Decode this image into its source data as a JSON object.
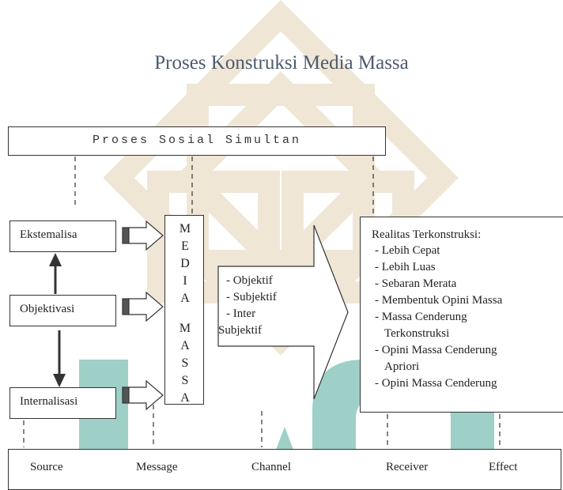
{
  "title": "Proses Konstruksi Media Massa",
  "top_box": {
    "label": "Proses Sosial Simultan"
  },
  "stages": [
    "Ekstemalisa",
    "Objektivasi",
    "Internalisasi"
  ],
  "media_letters": [
    "M",
    "E",
    "D",
    "I",
    "A",
    "M",
    "A",
    "S",
    "S",
    "A"
  ],
  "channel_items": [
    "- Objektif",
    "- Subjektif",
    "- Inter",
    "Subjektif"
  ],
  "realitas": {
    "heading": "Realitas Terkonstruksi:",
    "items": [
      "- Lebih Cepat",
      "- Lebih Luas",
      "- Sebaran Merata",
      "- Membentuk Opini Massa",
      "- Massa Cenderung",
      "Terkonstruksi",
      "- Opini Massa Cenderung",
      "Apriori",
      "- Opini Massa Cenderung"
    ]
  },
  "bottom_labels": [
    "Source",
    "Message",
    "Channel",
    "Receiver",
    "Effect"
  ],
  "colors": {
    "watermark_gold": "#e2d2b4",
    "watermark_teal": "#2f9a8a",
    "title": "#4d5a6e"
  }
}
